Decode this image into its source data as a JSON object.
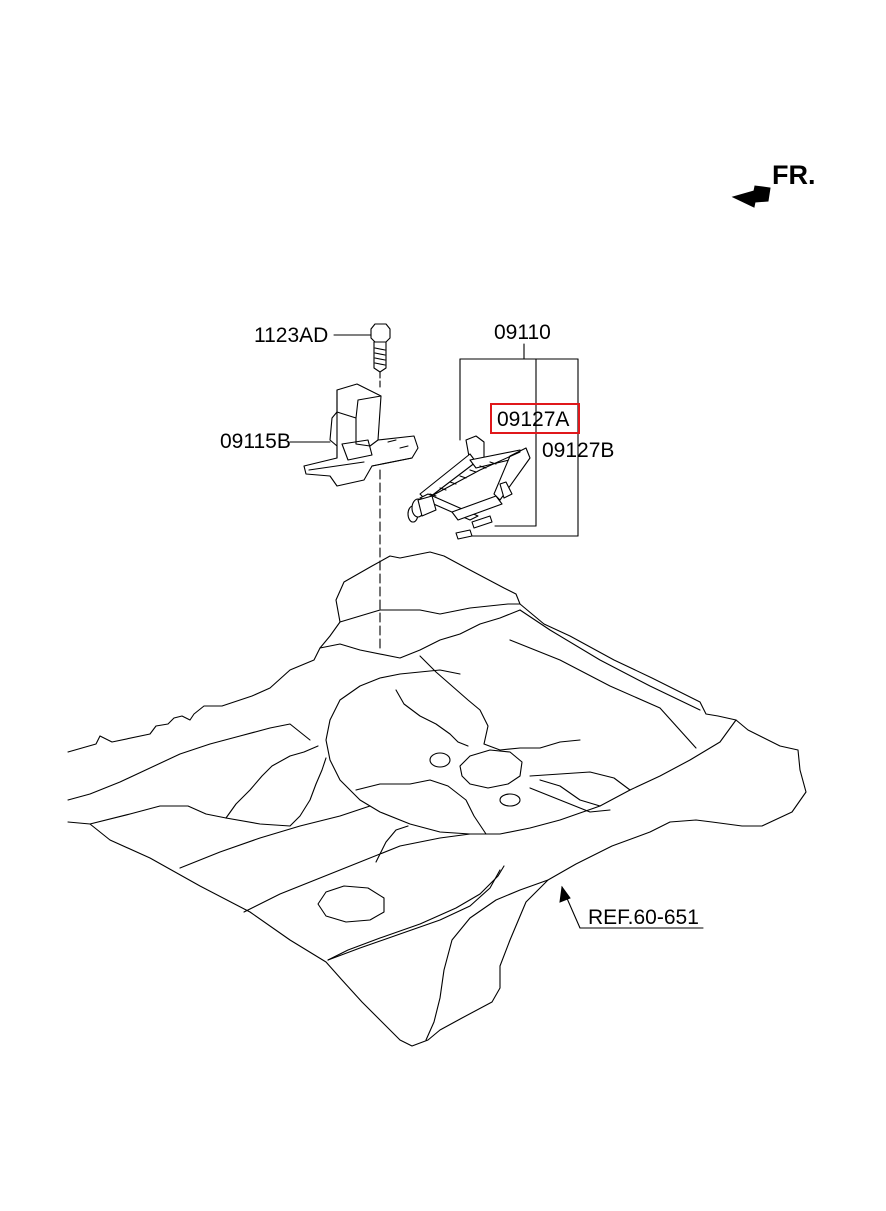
{
  "direction": {
    "label": "FR.",
    "icon": "arrow-forward-icon"
  },
  "callouts": {
    "bolt": "1123AD",
    "bracket": "09115B",
    "jack_assembly": "09110",
    "jack": "09127A",
    "handle": "09127B",
    "reference": "REF.60-651"
  },
  "highlight": {
    "target": "09127A",
    "color": "#e0181b"
  }
}
